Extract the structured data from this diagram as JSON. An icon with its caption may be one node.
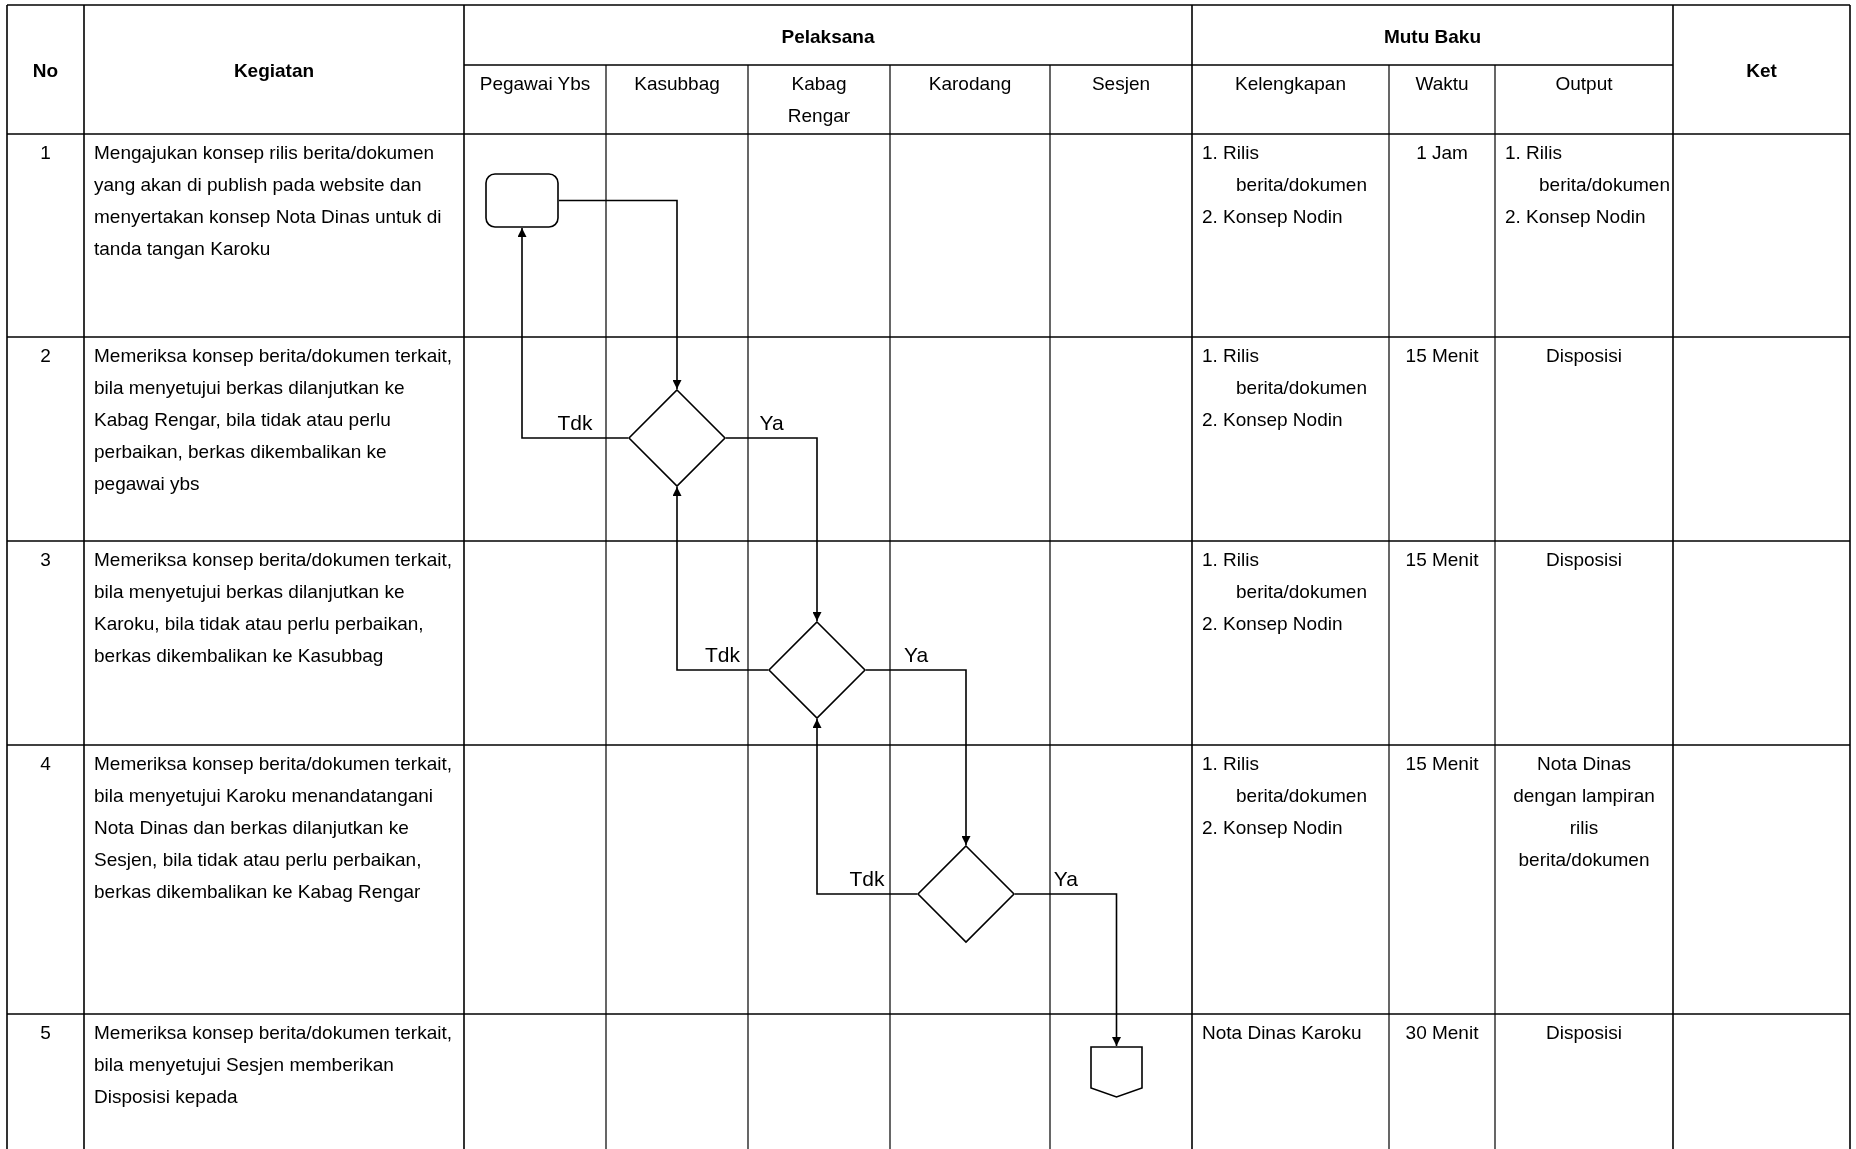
{
  "diagram": {
    "nodes": [
      {
        "text": [],
        "shape": "box"
      },
      {
        "text": [],
        "shape": "diamond"
      },
      {
        "text": [],
        "shape": "diamond"
      },
      {
        "text": [],
        "shape": "diamond"
      },
      {
        "text": [],
        "shape": "pentagon"
      }
    ],
    "edges": [
      {
        "from": 0,
        "to": 1,
        "arrow": "to"
      },
      {
        "from": 1,
        "to": 0,
        "arrow": "to",
        "label": "Tdk"
      },
      {
        "from": 1,
        "to": 2,
        "arrow": "to",
        "label": "Ya"
      },
      {
        "from": 2,
        "to": 1,
        "arrow": "to",
        "label": "Tdk"
      },
      {
        "from": 2,
        "to": 3,
        "arrow": "to",
        "label": "Ya"
      },
      {
        "from": 3,
        "to": 2,
        "arrow": "to",
        "label": "Tdk"
      },
      {
        "from": 3,
        "to": 4,
        "arrow": "to",
        "label": "Ya"
      }
    ],
    "labels": [
      "No",
      "Kegiatan",
      "Pelaksana",
      "Mutu Baku",
      "Ket",
      "Pegawai Ybs",
      "Kasubbag",
      "Kabag Rengar",
      "Karodang",
      "Sesjen",
      "Kelengkapan",
      "Waktu",
      "Output",
      "1",
      "Mengajukan konsep rilis berita/dokumen yang akan di publish pada website dan menyertakan konsep Nota Dinas untuk di tanda tangan Karoku",
      "1. Rilis berita/dokumen",
      "2. Konsep Nodin",
      "1 Jam",
      "1. Rilis berita/dokumen",
      "2. Konsep Nodin",
      "2",
      "Memeriksa konsep berita/dokumen terkait, bila menyetujui berkas dilanjutkan ke Kabag Rengar, bila tidak atau perlu perbaikan, berkas dikembalikan ke pegawai ybs",
      "1. Rilis berita/dokumen",
      "2. Konsep Nodin",
      "15 Menit",
      "Disposisi",
      "3",
      "Memeriksa konsep berita/dokumen terkait, bila menyetujui berkas dilanjutkan ke Karoku, bila tidak atau perlu perbaikan, berkas dikembalikan ke Kasubbag",
      "1. Rilis berita/dokumen",
      "2. Konsep Nodin",
      "15 Menit",
      "Disposisi",
      "4",
      "Memeriksa konsep berita/dokumen terkait, bila menyetujui Karoku menandatangani Nota Dinas dan berkas dilanjutkan ke Sesjen, bila tidak atau perlu perbaikan, berkas dikembalikan ke Kabag Rengar",
      "1. Rilis berita/dokumen",
      "2. Konsep Nodin",
      "15 Menit",
      "Nota Dinas dengan lampiran rilis berita/dokumen",
      "5",
      "Memeriksa konsep berita/dokumen terkait, bila menyetujui Sesjen memberikan Disposisi kepada",
      "Nota Dinas Karoku",
      "30 Menit",
      "Disposisi"
    ]
  }
}
